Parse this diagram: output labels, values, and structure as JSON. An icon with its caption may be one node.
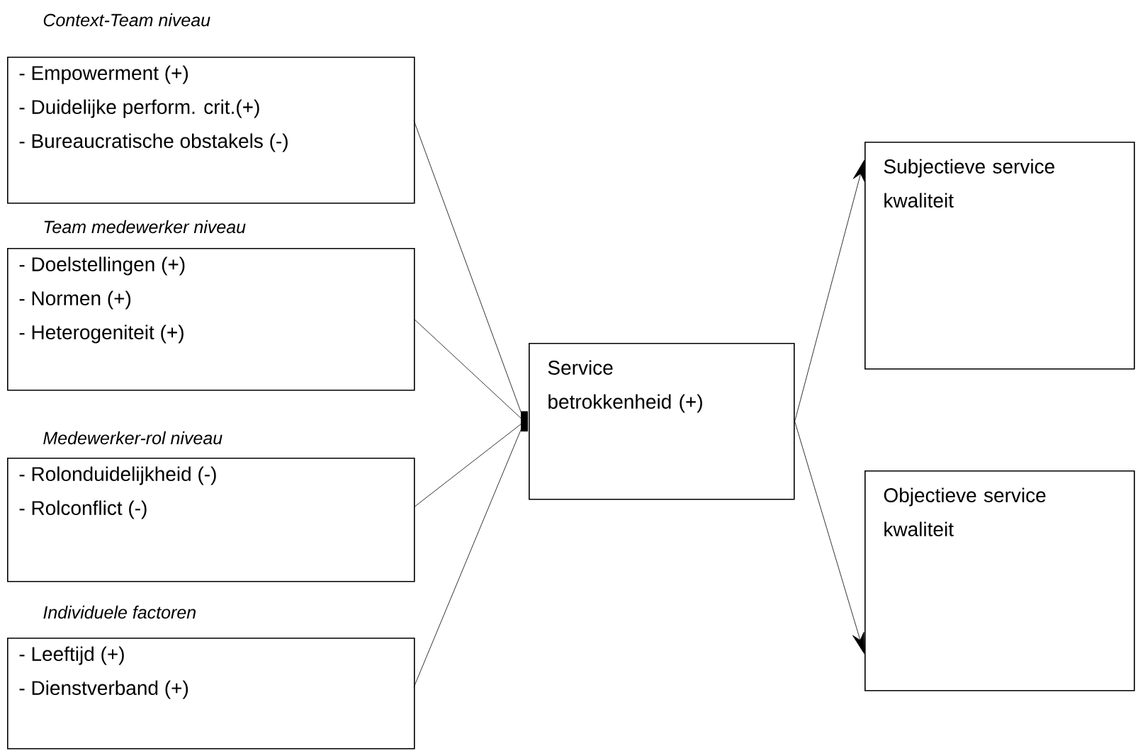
{
  "diagram": {
    "nodes": [
      {
        "text": [
          "Context-Team niveau",
          "- Empowerment (+)",
          "- Duidelijke perform. crit.(+)",
          "- Bureaucratische obstakels (-)"
        ]
      },
      {
        "text": [
          "Team medewerker niveau",
          "- Doelstellingen (+)",
          "- Normen (+)",
          "- Heterogeniteit (+)"
        ]
      },
      {
        "text": [
          "Medewerker-rol niveau",
          "- Rolonduidelijkheid (-)",
          "- Rolconflict (-)"
        ]
      },
      {
        "text": [
          "Individuele factoren",
          "- Leeftijd (+)",
          "- Dienstverband (+)"
        ]
      },
      {
        "text": [
          "Service betrokkenheid (+)"
        ]
      },
      {
        "text": [
          "Subjectieve service kwaliteit"
        ]
      },
      {
        "text": [
          "Objectieve service kwaliteit"
        ]
      }
    ],
    "edges": [
      {
        "from": 0,
        "to": 4,
        "arrow": "other"
      },
      {
        "from": 1,
        "to": 4,
        "arrow": "other"
      },
      {
        "from": 2,
        "to": 4,
        "arrow": "other"
      },
      {
        "from": 3,
        "to": 4,
        "arrow": "other"
      },
      {
        "from": 4,
        "to": 5,
        "arrow": "to"
      },
      {
        "from": 4,
        "to": 6,
        "arrow": "to"
      }
    ]
  }
}
